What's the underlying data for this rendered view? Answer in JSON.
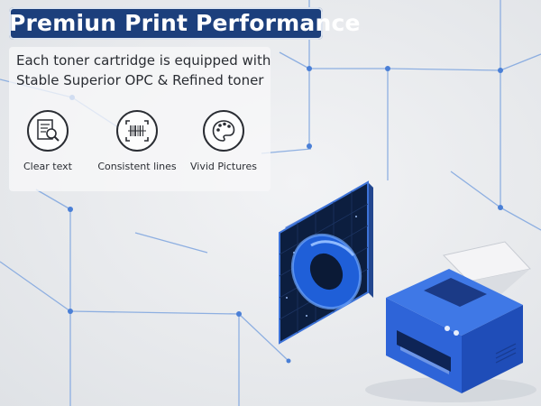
{
  "title": "Premiun Print Performance",
  "description": {
    "line1": "Each toner cartridge is equipped with",
    "line2": "Stable Superior OPC & Refined toner"
  },
  "features": [
    {
      "icon": "document-magnifier-icon",
      "label": "Clear text"
    },
    {
      "icon": "barcode-scan-icon",
      "label": "Consistent lines"
    },
    {
      "icon": "palette-icon",
      "label": "Vivid Pictures"
    }
  ],
  "colors": {
    "banner": "#1c3f7c",
    "accent_blue": "#2f6fe0",
    "printer_blue": "#2e64d8",
    "network_line": "#7ea5df"
  }
}
